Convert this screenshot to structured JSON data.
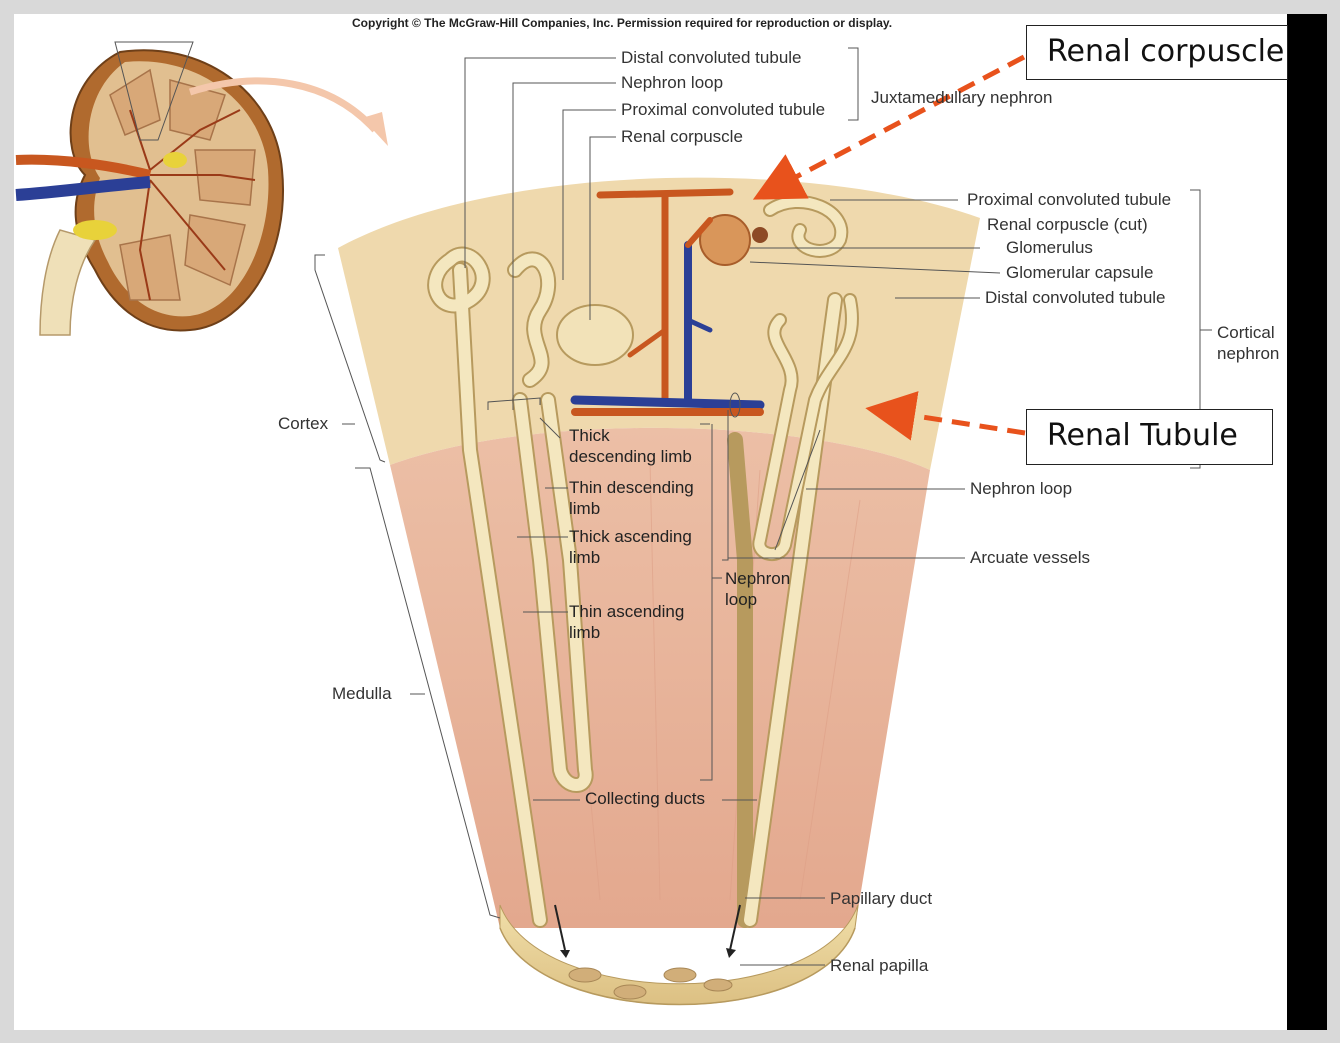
{
  "copyright": "Copyright © The McGraw-Hill Companies, Inc. Permission required for reproduction or display.",
  "callouts": {
    "renal_corpuscle": "Renal corpuscle",
    "renal_tubule": "Renal Tubule"
  },
  "labels": {
    "top_distal": "Distal convoluted tubule",
    "top_nephron_loop": "Nephron loop",
    "top_proximal": "Proximal convoluted tubule",
    "top_renal_corpuscle": "Renal corpuscle",
    "juxtamedullary": "Juxtamedullary nephron",
    "right_proximal": "Proximal convoluted tubule",
    "right_corpuscle_cut": "Renal corpuscle (cut)",
    "glomerulus": "Glomerulus",
    "glomerular_capsule": "Glomerular capsule",
    "right_distal": "Distal convoluted tubule",
    "cortical_nephron_1": "Cortical",
    "cortical_nephron_2": "nephron",
    "cortex": "Cortex",
    "medulla": "Medulla",
    "thick_desc_1": "Thick",
    "thick_desc_2": "descending limb",
    "thin_desc_1": "Thin descending",
    "thin_desc_2": "limb",
    "thick_asc_1": "Thick ascending",
    "thick_asc_2": "limb",
    "thin_asc_1": "Thin ascending",
    "thin_asc_2": "limb",
    "nephron_loop_mid_1": "Nephron",
    "nephron_loop_mid_2": "loop",
    "right_nephron_loop": "Nephron loop",
    "arcuate_vessels": "Arcuate vessels",
    "collecting_ducts": "Collecting ducts",
    "papillary_duct": "Papillary duct",
    "renal_papilla": "Renal papilla"
  },
  "colors": {
    "background": "#d9d9d9",
    "panel": "#ffffff",
    "cortex": "#efd9ad",
    "medulla": "#e8b39a",
    "tubule": "#f4e7bf",
    "tubule_edge": "#b79a5e",
    "artery": "#c8571f",
    "vein": "#2b3f96",
    "arrow": "#e8521c",
    "side_bar": "#000000"
  }
}
